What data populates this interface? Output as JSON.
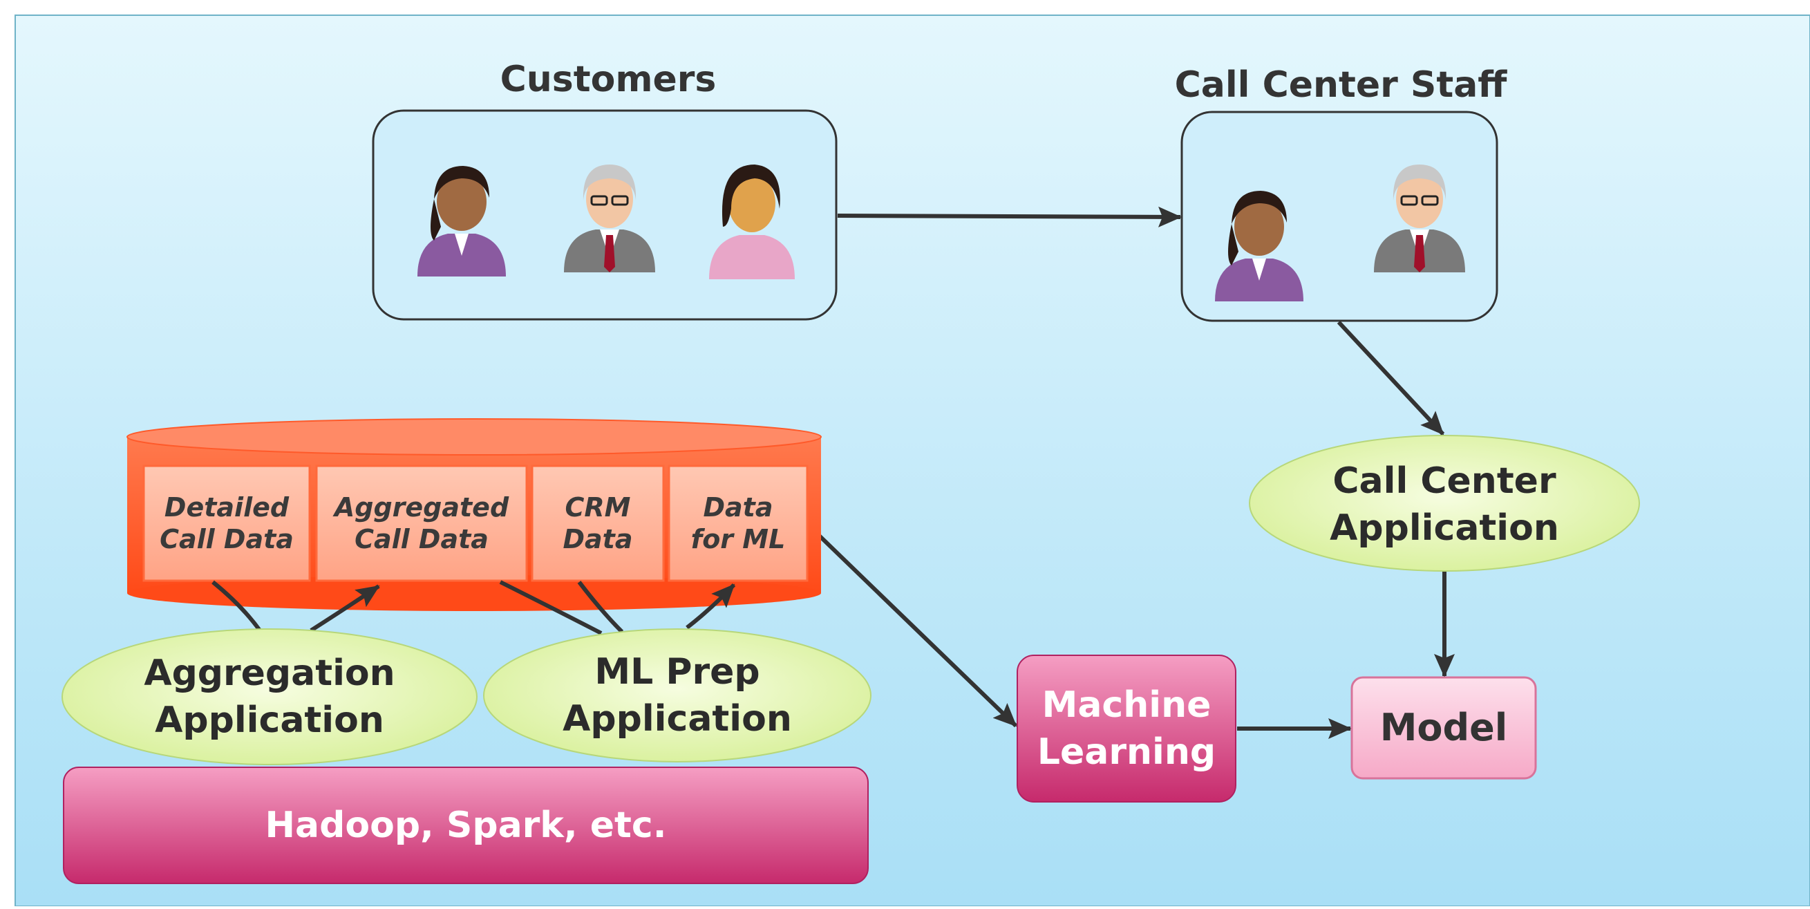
{
  "groups": {
    "customers": "Customers",
    "staff": "Call Center Staff"
  },
  "storage_segments": [
    "Detailed\nCall Data",
    "Aggregated\nCall Data",
    "CRM\nData",
    "Data\nfor ML"
  ],
  "apps": {
    "aggregation": "Aggregation\nApplication",
    "ml_prep": "ML Prep\nApplication",
    "call_center": "Call Center\nApplication"
  },
  "boxes": {
    "platform": "Hadoop, Spark, etc.",
    "machine_learning": "Machine\nLearning",
    "model": "Model"
  },
  "colors": {
    "background": "#c8ecfb",
    "storage": "#ff5a2a",
    "oval": "#e8f7b8",
    "platform": "#d23d78",
    "model": "#fbc6da"
  }
}
